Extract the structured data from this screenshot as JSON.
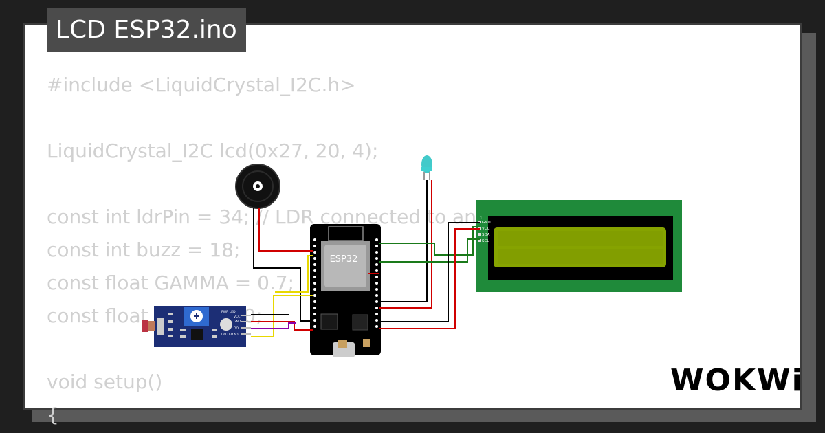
{
  "title": "LCD ESP32.ino",
  "code_lines": [
    "#include <LiquidCrystal_I2C.h>",
    "",
    "LiquidCrystal_I2C lcd(0x27, 20, 4);",
    "",
    "const int ldrPin = 34; // LDR connected to analog pin on ESP32",
    "const int buzz = 18;",
    "const float GAMMA = 0.7;",
    "const float RL10 = 50;",
    "",
    "void setup()",
    "{"
  ],
  "esp32_label": "ESP32",
  "lcd_pins": [
    "GND",
    "VCC",
    "SDA",
    "SCL"
  ],
  "ldr_pins": [
    "VCC",
    "GND",
    "DO",
    "AO"
  ],
  "ldr_leds": [
    "PWR LED",
    "DO LED"
  ],
  "logo": "WOKWi",
  "colors": {
    "lcd_board": "#1f8a3a",
    "lcd_screen": "#86a300",
    "wire_red": "#d00000",
    "wire_green": "#1a7a1a",
    "wire_yellow": "#e8d800",
    "wire_black": "#000000",
    "wire_purple": "#8b00a8"
  }
}
